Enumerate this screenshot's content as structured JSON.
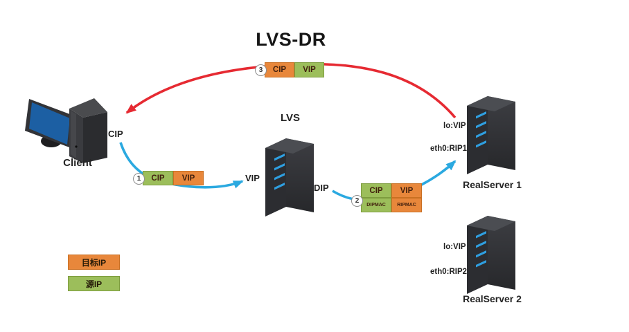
{
  "title": "LVS-DR",
  "nodes": {
    "client": {
      "name": "Client",
      "interface_label": "CIP"
    },
    "lvs": {
      "name": "LVS",
      "vip_label": "VIP",
      "dip_label": "DIP"
    },
    "realserver1": {
      "name": "RealServer 1",
      "lo_label": "lo:VIP",
      "eth_label": "eth0:RIP1"
    },
    "realserver2": {
      "name": "RealServer 2",
      "lo_label": "lo:VIP",
      "eth_label": "eth0:RIP2"
    }
  },
  "packets": {
    "p1": {
      "step": "1",
      "c1": "CIP",
      "c2": "VIP"
    },
    "p2": {
      "step": "2",
      "r1c1": "CIP",
      "r1c2": "VIP",
      "r2c1": "DIPMAC",
      "r2c2": "RIPMAC"
    },
    "p3": {
      "step": "3",
      "c1": "CIP",
      "c2": "VIP"
    }
  },
  "legend": {
    "dest_label": "目标IP",
    "source_label": "源IP"
  },
  "colors": {
    "dest_ip_fill": "#E8873B",
    "source_ip_fill": "#9CBE5B",
    "request_arrow_blue": "#2BA9E0",
    "response_arrow_red": "#E62A32",
    "server_body": "#2c2d31",
    "monitor_screen": "#1c5fa3"
  }
}
